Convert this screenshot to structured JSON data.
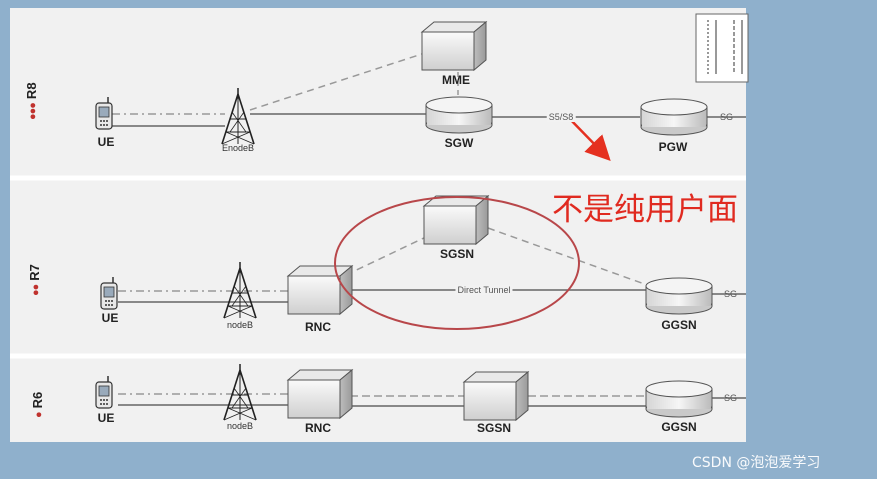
{
  "releases": {
    "r8": "R8",
    "r7": "R7",
    "r6": "R6"
  },
  "r8": {
    "ue": "UE",
    "enodeb": "EnodeB",
    "mme": "MME",
    "sgw": "SGW",
    "pgw": "PGW",
    "s5s8": "S5/S8",
    "tail": "SG"
  },
  "r7": {
    "ue": "UE",
    "nodeb": "nodeB",
    "rnc": "RNC",
    "sgsn": "SGSN",
    "ggsn": "GGSN",
    "direct_tunnel": "Direct Tunnel",
    "tail": "SG"
  },
  "r6": {
    "ue": "UE",
    "nodeb": "nodeB",
    "rnc": "RNC",
    "sgsn": "SGSN",
    "ggsn": "GGSN",
    "tail": "SG"
  },
  "annotation": "不是纯用户面",
  "watermark": "CSDN @泡泡爱学习",
  "colors": {
    "annotation": "#e02a20",
    "circle": "#b8474a",
    "arrow": "#e53020",
    "page_bg": "#8fb0cc"
  }
}
